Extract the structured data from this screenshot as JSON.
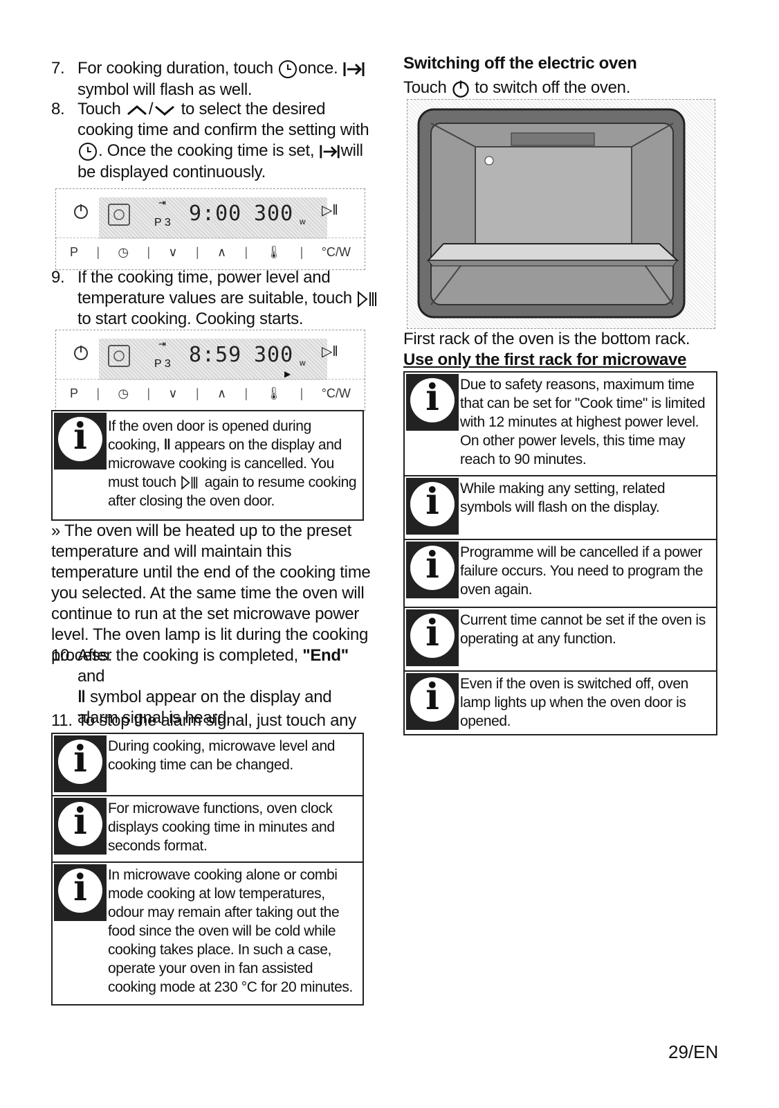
{
  "left_column": {
    "step7": {
      "num": "7.",
      "a": "For cooking duration, touch",
      "b": "once.",
      "c": "symbol will flash as well."
    },
    "step8": {
      "num": "8.",
      "a": "Touch",
      "b": "to select the desired cooking time and confirm the setting with",
      "c": ". Once the cooking time is set,",
      "d": "will be displayed continuously."
    },
    "panel1": {
      "time": "9:00",
      "power": "300",
      "unit": "w",
      "program": "P 3"
    },
    "step9": {
      "num": "9.",
      "a": "If the cooking time, power level and temperature values are suitable, touch",
      "b": "to start cooking. Cooking starts."
    },
    "panel2": {
      "time": "8:59",
      "power": "300",
      "unit": "w",
      "program": "P 3"
    },
    "panel_keys": {
      "p": "P",
      "cw": "°C/W"
    },
    "info_door": {
      "a": "If the oven door is opened during cooking,",
      "b": "appears on the display and microwave cooking is cancelled. You must touch",
      "c": "again to resume cooking after closing the oven door."
    },
    "para_heated": "» The oven will be heated up to the preset temperature and will maintain this temperature until the end of the cooking time you selected. At the same time the oven will continue to run at the set microwave power level. The oven lamp is lit during the cooking process.",
    "step10": {
      "num": "10.",
      "a": "After the cooking is completed,",
      "end": "\"End\"",
      "b": "and",
      "c": "symbol appear on the display and alarm signal is heard."
    },
    "step11": {
      "num": "11.",
      "a": "To stop the alarm signal, just touch any key."
    },
    "info_boxes": [
      "During cooking, microwave level and cooking time can be changed.",
      "For microwave functions, oven clock displays cooking time in minutes and seconds format.",
      "In microwave cooking alone or combi mode cooking at low temperatures, odour may remain after taking out the food since the oven will be cold while cooking takes place. In such a case, operate your oven in fan assisted cooking mode at 230 °C for 20 minutes."
    ]
  },
  "right_column": {
    "heading": "Switching off the electric oven",
    "touch_a": "Touch",
    "touch_b": "to switch off the oven.",
    "rack_a": "First rack of the oven is the bottom rack.",
    "rack_b": "Use only the first rack for microwave cooking.",
    "info_boxes": [
      "Due to safety reasons, maximum time that can be set for \"Cook time\" is limited with 12 minutes at highest power level. On other power levels, this time may reach to 90 minutes.",
      "While making any setting, related symbols will flash on the display.",
      "Programme will be cancelled if a power failure occurs. You need to program the oven again.",
      "Current time cannot be set if the oven is operating at any function.",
      "Even if the oven is switched off, oven lamp lights up when the oven door is opened."
    ]
  },
  "page_number": "29/EN"
}
